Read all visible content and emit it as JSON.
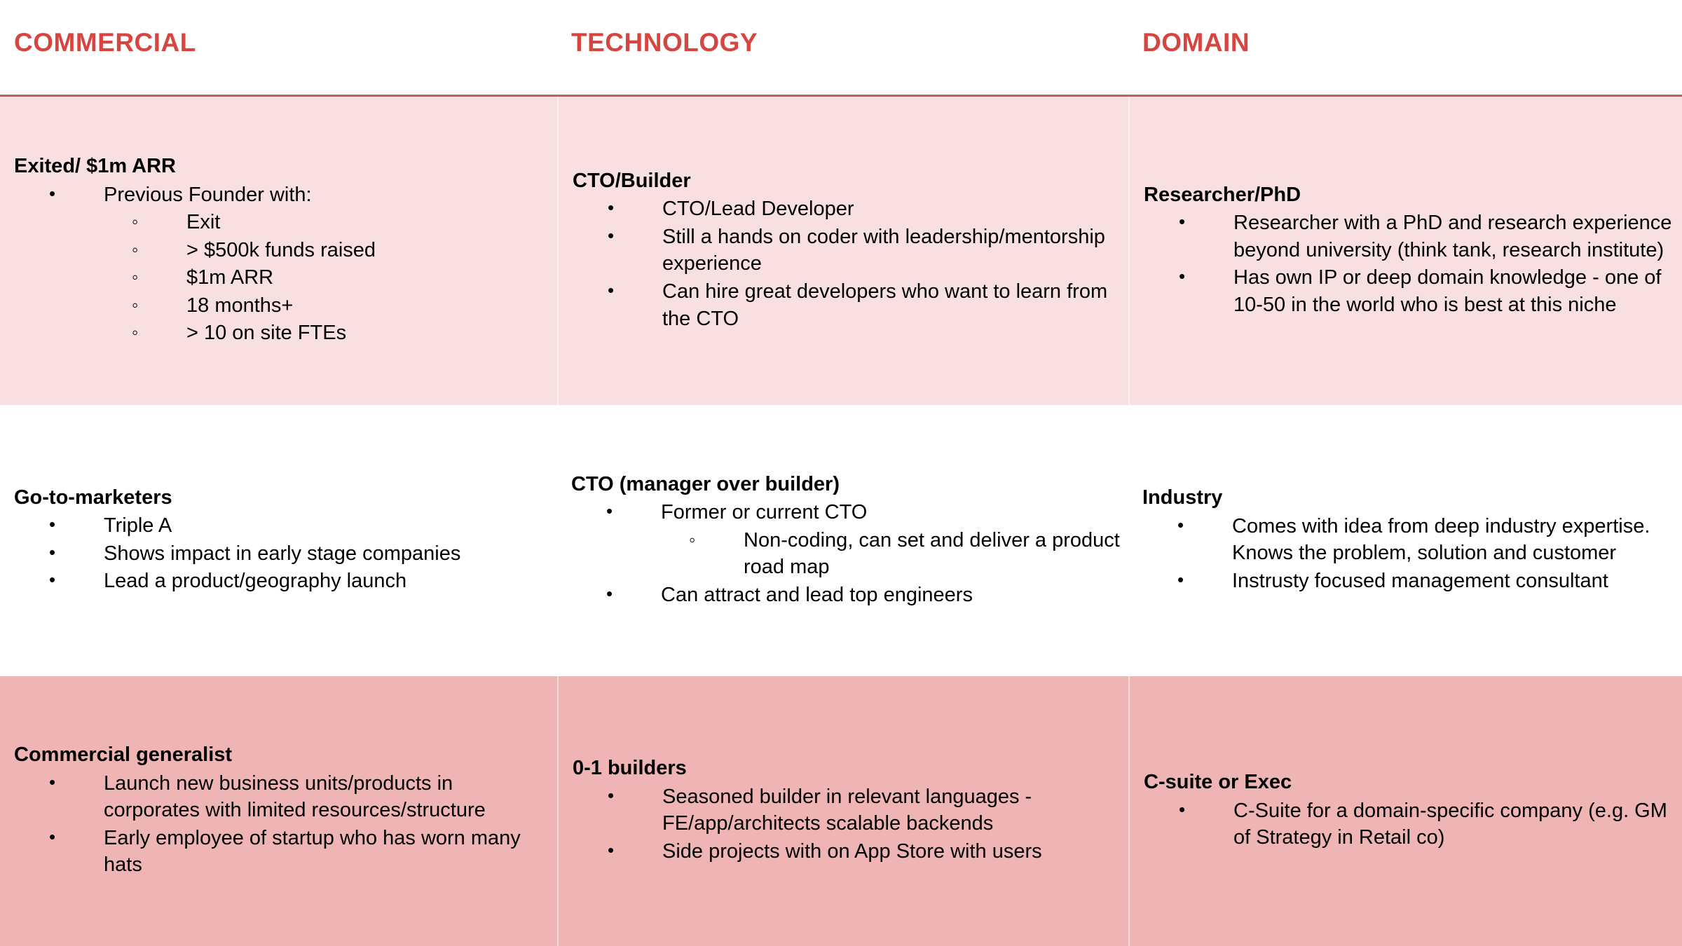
{
  "columns": [
    {
      "id": "commercial",
      "label": "COMMERCIAL"
    },
    {
      "id": "technology",
      "label": "TECHNOLOGY"
    },
    {
      "id": "domain",
      "label": "DOMAIN"
    }
  ],
  "accent_color": "#D6453F",
  "row_colors": [
    "#F8DFE0",
    "#FFFFFF",
    "#EFB4B4"
  ],
  "rows": [
    {
      "commercial": {
        "title": "Exited/ $1m ARR",
        "bullets": [
          {
            "text": "Previous Founder with:",
            "sub": [
              "Exit",
              "> $500k funds raised",
              "$1m ARR",
              "18 months+",
              "> 10 on site FTEs"
            ]
          }
        ]
      },
      "technology": {
        "title": "CTO/Builder",
        "bullets": [
          {
            "text": "CTO/Lead Developer"
          },
          {
            "text": "Still a hands on coder with leadership/mentorship experience"
          },
          {
            "text": "Can hire great developers who want to learn from the CTO"
          }
        ]
      },
      "domain": {
        "title": "Researcher/PhD",
        "bullets": [
          {
            "text": "Researcher with a PhD and research experience beyond university (think tank, research institute)"
          },
          {
            "text": "Has own IP or deep domain knowledge - one of 10-50 in the world who is best at this niche"
          }
        ]
      }
    },
    {
      "commercial": {
        "title": "Go-to-marketers",
        "bullets": [
          {
            "text": "Triple A"
          },
          {
            "text": "Shows impact in early stage companies"
          },
          {
            "text": "Lead a product/geography launch"
          }
        ]
      },
      "technology": {
        "title": "CTO (manager over builder)",
        "bullets": [
          {
            "text": "Former or current CTO",
            "sub": [
              "Non-coding, can set and deliver a product road map"
            ]
          },
          {
            "text": "Can attract and lead top engineers"
          }
        ]
      },
      "domain": {
        "title": "Industry",
        "bullets": [
          {
            "text": "Comes with idea from deep industry expertise. Knows the problem, solution and customer"
          },
          {
            "text": "Instrusty focused management consultant"
          }
        ]
      }
    },
    {
      "commercial": {
        "title": "Commercial generalist",
        "bullets": [
          {
            "text": "Launch new business units/products in corporates with limited resources/structure"
          },
          {
            "text": "Early employee of startup who has worn many hats"
          }
        ]
      },
      "technology": {
        "title": "0-1 builders",
        "bullets": [
          {
            "text": "Seasoned builder in relevant languages - FE/app/architects scalable backends"
          },
          {
            "text": "Side projects with on App Store with users"
          }
        ]
      },
      "domain": {
        "title": "C-suite or Exec",
        "bullets": [
          {
            "text": "C-Suite for a domain-specific company (e.g. GM of Strategy in Retail co)"
          }
        ]
      }
    }
  ]
}
